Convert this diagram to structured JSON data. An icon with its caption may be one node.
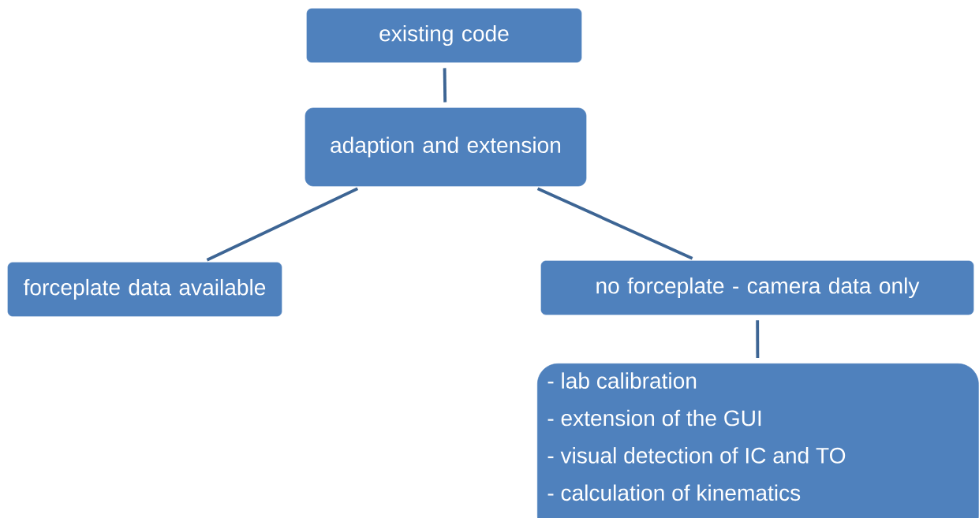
{
  "diagram": {
    "nodes": [
      {
        "text": [
          "existing code"
        ]
      },
      {
        "text": [
          "adaption and extension"
        ]
      },
      {
        "text": [
          "forceplate data available"
        ]
      },
      {
        "text": [
          "no forceplate - camera data only"
        ]
      },
      {
        "text": [
          "- lab calibration",
          "- extension of the GUI",
          "- visual detection of IC and TO",
          "- calculation of kinematics"
        ]
      }
    ],
    "edges": [
      {
        "from": 0,
        "to": 1,
        "arrow": "none"
      },
      {
        "from": 1,
        "to": 2,
        "arrow": "none"
      },
      {
        "from": 1,
        "to": 3,
        "arrow": "none"
      },
      {
        "from": 3,
        "to": 4,
        "arrow": "none"
      }
    ]
  }
}
